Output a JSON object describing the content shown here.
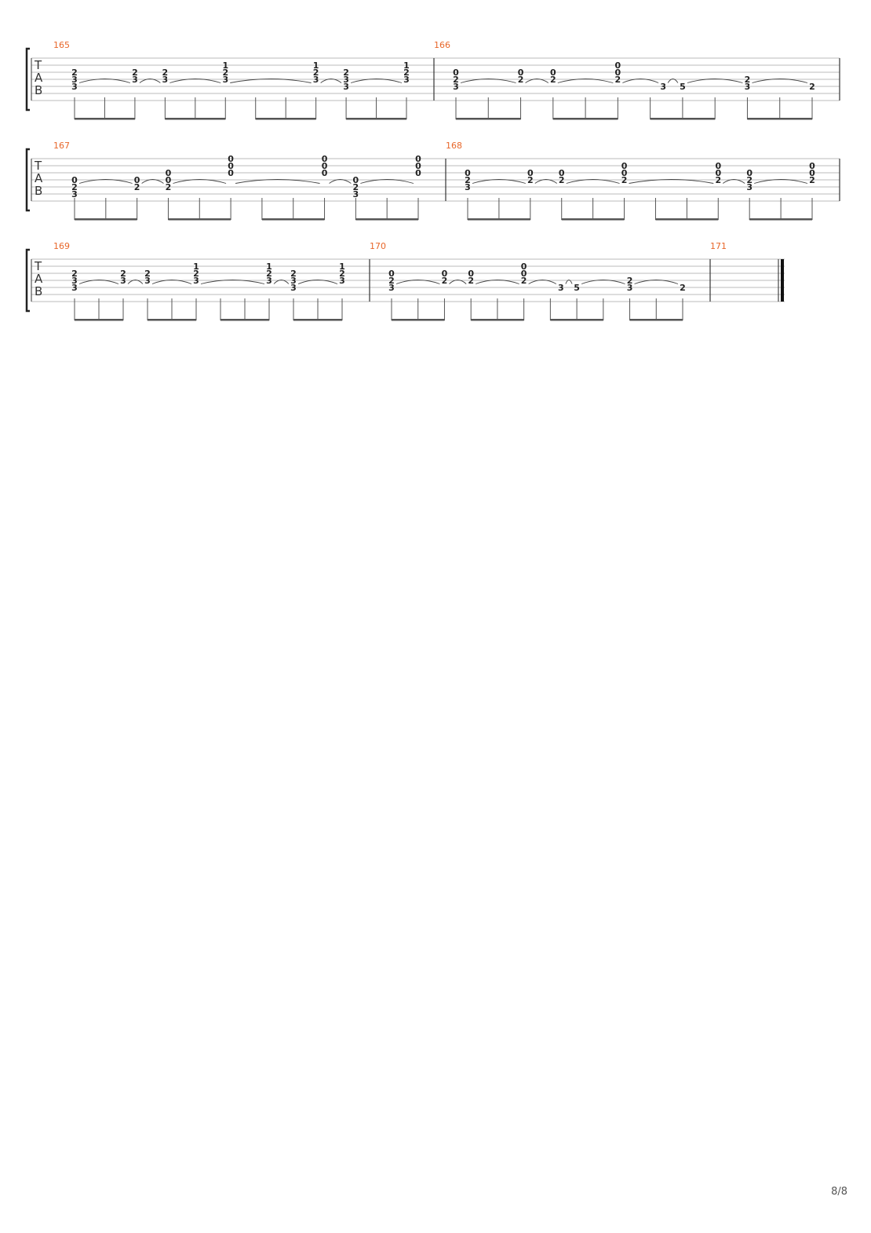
{
  "page": {
    "number": "8/8"
  },
  "colors": {
    "measure_number": "#e8672a",
    "staff_line": "#bbbbbb",
    "ink": "#222222",
    "beam": "#555555"
  },
  "tab_label": [
    "T",
    "A",
    "B"
  ],
  "systems": [
    {
      "measures": [
        {
          "number": "165",
          "slots": 12,
          "chords": [
            {
              "slot": 0,
              "notes": {
                "3": "2",
                "4": "3",
                "5": "3"
              }
            },
            {
              "slot": 2,
              "notes": {
                "3": "2",
                "4": "3"
              }
            },
            {
              "slot": 3,
              "notes": {
                "3": "2",
                "4": "3"
              }
            },
            {
              "slot": 5,
              "notes": {
                "2": "1",
                "3": "2",
                "4": "3"
              }
            },
            {
              "slot": 8,
              "notes": {
                "2": "1",
                "3": "2",
                "4": "3"
              }
            },
            {
              "slot": 9,
              "notes": {
                "3": "2",
                "4": "3",
                "5": "3"
              }
            },
            {
              "slot": 11,
              "notes": {
                "2": "1",
                "3": "2",
                "4": "3"
              }
            }
          ]
        },
        {
          "number": "166",
          "slots": 12,
          "chords": [
            {
              "slot": 0,
              "notes": {
                "3": "0",
                "4": "2",
                "5": "3"
              }
            },
            {
              "slot": 2,
              "notes": {
                "3": "0",
                "4": "2"
              }
            },
            {
              "slot": 3,
              "notes": {
                "3": "0",
                "4": "2"
              }
            },
            {
              "slot": 5,
              "notes": {
                "2": "0",
                "3": "0",
                "4": "2"
              }
            },
            {
              "slot": 6.4,
              "notes": {
                "5": "3"
              }
            },
            {
              "slot": 7,
              "notes": {
                "5": "5"
              }
            },
            {
              "slot": 9,
              "notes": {
                "4": "2",
                "5": "3"
              }
            },
            {
              "slot": 11,
              "notes": {
                "5": "2"
              }
            }
          ]
        }
      ]
    },
    {
      "measures": [
        {
          "number": "167",
          "slots": 12,
          "chords": [
            {
              "slot": 0,
              "notes": {
                "4": "0",
                "5": "2",
                "6": "3"
              }
            },
            {
              "slot": 2,
              "notes": {
                "4": "0",
                "5": "2"
              }
            },
            {
              "slot": 3,
              "notes": {
                "3": "0",
                "4": "0",
                "5": "2"
              }
            },
            {
              "slot": 5,
              "notes": {
                "1": "0",
                "2": "0",
                "3": "0"
              }
            },
            {
              "slot": 8,
              "notes": {
                "1": "0",
                "2": "0",
                "3": "0"
              }
            },
            {
              "slot": 9,
              "notes": {
                "4": "0",
                "5": "2",
                "6": "3"
              }
            },
            {
              "slot": 11,
              "notes": {
                "1": "0",
                "2": "0",
                "3": "0"
              }
            }
          ]
        },
        {
          "number": "168",
          "slots": 12,
          "chords": [
            {
              "slot": 0,
              "notes": {
                "3": "0",
                "4": "2",
                "5": "3"
              }
            },
            {
              "slot": 2,
              "notes": {
                "3": "0",
                "4": "2"
              }
            },
            {
              "slot": 3,
              "notes": {
                "3": "0",
                "4": "2"
              }
            },
            {
              "slot": 5,
              "notes": {
                "2": "0",
                "3": "0",
                "4": "2"
              }
            },
            {
              "slot": 8,
              "notes": {
                "2": "0",
                "3": "0",
                "4": "2"
              }
            },
            {
              "slot": 9,
              "notes": {
                "3": "0",
                "4": "2",
                "5": "3"
              }
            },
            {
              "slot": 11,
              "notes": {
                "2": "0",
                "3": "0",
                "4": "2"
              }
            }
          ]
        }
      ]
    },
    {
      "measures": [
        {
          "number": "169",
          "slots": 12,
          "chords": [
            {
              "slot": 0,
              "notes": {
                "3": "2",
                "4": "3",
                "5": "3"
              }
            },
            {
              "slot": 2,
              "notes": {
                "3": "2",
                "4": "3"
              }
            },
            {
              "slot": 3,
              "notes": {
                "3": "2",
                "4": "3"
              }
            },
            {
              "slot": 5,
              "notes": {
                "2": "1",
                "3": "2",
                "4": "3"
              }
            },
            {
              "slot": 8,
              "notes": {
                "2": "1",
                "3": "2",
                "4": "3"
              }
            },
            {
              "slot": 9,
              "notes": {
                "3": "2",
                "4": "3",
                "5": "3"
              }
            },
            {
              "slot": 11,
              "notes": {
                "2": "1",
                "3": "2",
                "4": "3"
              }
            }
          ]
        },
        {
          "number": "170",
          "slots": 12,
          "chords": [
            {
              "slot": 0,
              "notes": {
                "3": "0",
                "4": "2",
                "5": "3"
              }
            },
            {
              "slot": 2,
              "notes": {
                "3": "0",
                "4": "2"
              }
            },
            {
              "slot": 3,
              "notes": {
                "3": "0",
                "4": "2"
              }
            },
            {
              "slot": 5,
              "notes": {
                "2": "0",
                "3": "0",
                "4": "2"
              }
            },
            {
              "slot": 6.4,
              "notes": {
                "5": "3"
              }
            },
            {
              "slot": 7,
              "notes": {
                "5": "5"
              }
            },
            {
              "slot": 9,
              "notes": {
                "4": "2",
                "5": "3"
              }
            },
            {
              "slot": 11,
              "notes": {
                "5": "2"
              }
            }
          ]
        },
        {
          "number": "171",
          "slots": 0,
          "chords": [],
          "final_barline": true
        }
      ]
    }
  ]
}
